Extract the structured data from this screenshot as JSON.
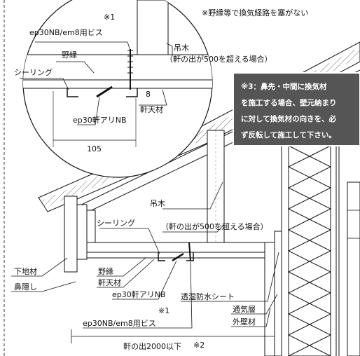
{
  "top_note": "※野縁等で換気経路を塞がない",
  "note_box": {
    "lines": [
      "※3：鼻先・中間に換気材",
      "を施工する場合、壁元納まり",
      "に対して換気材の向きを、必",
      "ず反転して施工して下さい。"
    ],
    "bg_color": "#555555"
  },
  "detail": {
    "mark1": "※1",
    "screw": "ep30NB/em8用ビス",
    "noen": "野縁",
    "sealing": "シーリング",
    "product": "ep30軒アリNB",
    "dim": "105",
    "eight": "8",
    "tsurigi": "吊木",
    "tsurigi_note": "（軒の出が500を超える場合）",
    "noki_ten": "軒天材"
  },
  "main": {
    "tsurigi": "吊木",
    "tsurigi_note": "（軒の出が500を超える場合）",
    "sealing": "シーリング",
    "shitaji": "下地材",
    "hanakakushi": "鼻隠し",
    "noen": "野縁",
    "noki_ten": "軒天材",
    "product": "ep30軒アリNB",
    "mark1": "※1",
    "screw": "ep30NB/em8用ビス",
    "membrane": "透湿防水シート",
    "vent_layer": "通気層",
    "exterior": "外壁材",
    "eave_dim": "軒の出2000以下",
    "mark2": "※2"
  }
}
